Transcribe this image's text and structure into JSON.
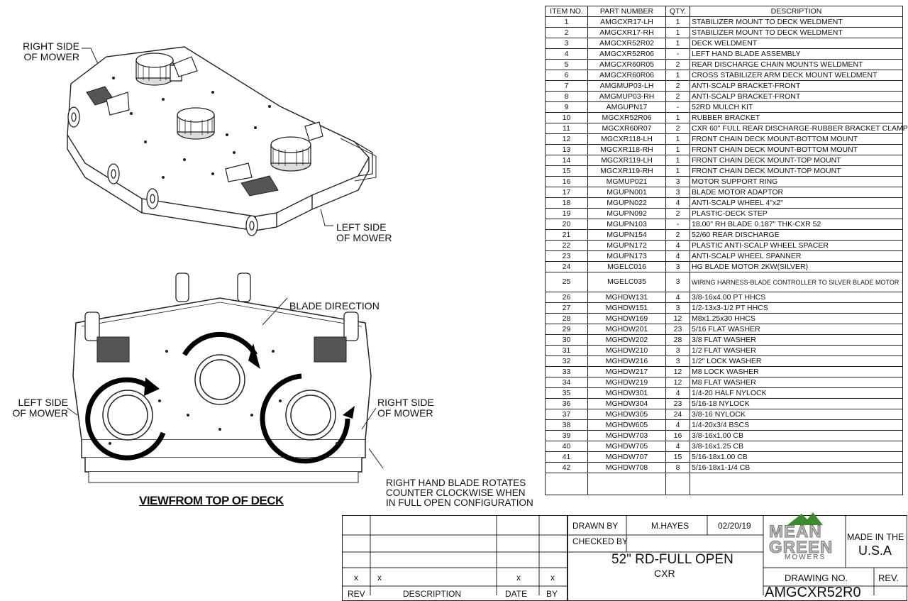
{
  "drawing": {
    "labels": {
      "right_side_top": "RIGHT SIDE\nOF MOWER",
      "left_side_top": "LEFT SIDE\nOF MOWER",
      "blade_direction": "BLADE DIRECTION",
      "left_side_bottom": "LEFT SIDE\nOF MOWER",
      "right_side_bottom": "RIGHT SIDE\nOF MOWER",
      "rh_blade_note": "RIGHT HAND BLADE ROTATES\nCOUNTER CLOCKWISE WHEN\nIN FULL OPEN CONFIGURATION",
      "view_title": "VIEWFROM TOP OF DECK"
    }
  },
  "bom": {
    "headers": [
      "ITEM NO.",
      "PART NUMBER",
      "QTY.",
      "DESCRIPTION"
    ],
    "rows": [
      [
        "1",
        "AMGCXR17-LH",
        "1",
        "STABILIZER MOUNT TO DECK WELDMENT"
      ],
      [
        "2",
        "AMGCXR17-RH",
        "1",
        "STABILIZER MOUNT TO DECK WELDMENT"
      ],
      [
        "3",
        "AMGCXR52R02",
        "1",
        "DECK WELDMENT"
      ],
      [
        "4",
        "AMGCXR52R06",
        "-",
        "LEFT HAND BLADE ASSEMBLY"
      ],
      [
        "5",
        "AMGCXR60R05",
        "2",
        "REAR DISCHARGE CHAIN MOUNTS WELDMENT"
      ],
      [
        "6",
        "AMGCXR60R06",
        "1",
        "CROSS STABILIZER ARM DECK MOUNT WELDMENT"
      ],
      [
        "7",
        "AMGMUP03-LH",
        "2",
        "ANTI-SCALP BRACKET-FRONT"
      ],
      [
        "8",
        "AMGMUP03-RH",
        "2",
        "ANTI-SCALP BRACKET-FRONT"
      ],
      [
        "9",
        "AMGUPN17",
        "-",
        "52RD MULCH KIT"
      ],
      [
        "10",
        "MGCXR52R06",
        "1",
        "RUBBER BRACKET"
      ],
      [
        "11",
        "MGCXR60R07",
        "2",
        "CXR 60\" FULL REAR DISCHARGE-RUBBER BRACKET CLAMP"
      ],
      [
        "12",
        "MGCXR118-LH",
        "1",
        "FRONT CHAIN DECK MOUNT-BOTTOM MOUNT"
      ],
      [
        "13",
        "MGCXR118-RH",
        "1",
        "FRONT CHAIN DECK MOUNT-BOTTOM MOUNT"
      ],
      [
        "14",
        "MGCXR119-LH",
        "1",
        "FRONT CHAIN DECK MOUNT-TOP MOUNT"
      ],
      [
        "15",
        "MGCXR119-RH",
        "1",
        "FRONT CHAIN DECK MOUNT-TOP MOUNT"
      ],
      [
        "16",
        "MGMUP021",
        "3",
        "MOTOR SUPPORT RING"
      ],
      [
        "17",
        "MGUPN001",
        "3",
        "BLADE MOTOR ADAPTOR"
      ],
      [
        "18",
        "MGUPN022",
        "4",
        "ANTI-SCALP WHEEL 4\"x2\""
      ],
      [
        "19",
        "MGUPN092",
        "2",
        "PLASTIC-DECK STEP"
      ],
      [
        "20",
        "MGUPN103",
        "-",
        "18.00\" RH BLADE 0.187\" THK-CXR 52"
      ],
      [
        "21",
        "MGUPN154",
        "2",
        "52/60 REAR DISCHARGE"
      ],
      [
        "22",
        "MGUPN172",
        "4",
        "PLASTIC ANTI-SCALP WHEEL SPACER"
      ],
      [
        "23",
        "MGUPN173",
        "4",
        "ANTI-SCALP WHEEL SPANNER"
      ],
      [
        "24",
        "MGELC016",
        "3",
        "HG BLADE MOTOR 2KW(SILVER)"
      ],
      [
        "25",
        "MGELC035",
        "3",
        "WIRING HARNESS-BLADE CONTROLLER TO SILVER BLADE MOTOR"
      ],
      [
        "26",
        "MGHDW131",
        "4",
        "3/8-16x4.00 PT HHCS"
      ],
      [
        "27",
        "MGHDW151",
        "3",
        "1/2-13x3-1/2 PT HHCS"
      ],
      [
        "28",
        "MGHDW169",
        "12",
        "M8x1.25x30 HHCS"
      ],
      [
        "29",
        "MGHDW201",
        "23",
        "5/16 FLAT WASHER"
      ],
      [
        "30",
        "MGHDW202",
        "28",
        "3/8 FLAT WASHER"
      ],
      [
        "31",
        "MGHDW210",
        "3",
        "1/2 FLAT WASHER"
      ],
      [
        "32",
        "MGHDW216",
        "3",
        "1/2\" LOCK WASHER"
      ],
      [
        "33",
        "MGHDW217",
        "12",
        "M8 LOCK WASHER"
      ],
      [
        "34",
        "MGHDW219",
        "12",
        "M8 FLAT WASHER"
      ],
      [
        "35",
        "MGHDW301",
        "4",
        "1/4-20 HALF NYLOCK"
      ],
      [
        "36",
        "MGHDW304",
        "23",
        "5/16-18 NYLOCK"
      ],
      [
        "37",
        "MGHDW305",
        "24",
        "3/8-16 NYLOCK"
      ],
      [
        "38",
        "MGHDW605",
        "4",
        "1/4-20x3/4 BSCS"
      ],
      [
        "39",
        "MGHDW703",
        "16",
        "3/8-16x1.00 CB"
      ],
      [
        "40",
        "MGHDW705",
        "4",
        "3/8-16x1.25 CB"
      ],
      [
        "41",
        "MGHDW707",
        "15",
        "5/16-18x1.00 CB"
      ],
      [
        "42",
        "MGHDW708",
        "8",
        "5/16-18x1-1/4 CB"
      ]
    ]
  },
  "title_block": {
    "drawn_by_label": "DRAWN BY",
    "drawn_by": "M.HAYES",
    "date": "02/20/19",
    "checked_by_label": "CHECKED BY",
    "title": "52\" RD-FULL OPEN",
    "subtitle": "CXR",
    "logo_line1": "MEAN",
    "logo_line2": "GREEN",
    "logo_line3": "MOWERS",
    "made_in_1": "MADE IN THE",
    "made_in_2": "U.S.A",
    "drawing_no_label": "DRAWING NO.",
    "drawing_no": "AMGCXR52R0",
    "rev_label": "REV.",
    "rev_marks": [
      "x",
      "x",
      "x",
      "x"
    ],
    "rev_headers": [
      "REV",
      "DESCRIPTION",
      "DATE",
      "BY"
    ]
  }
}
